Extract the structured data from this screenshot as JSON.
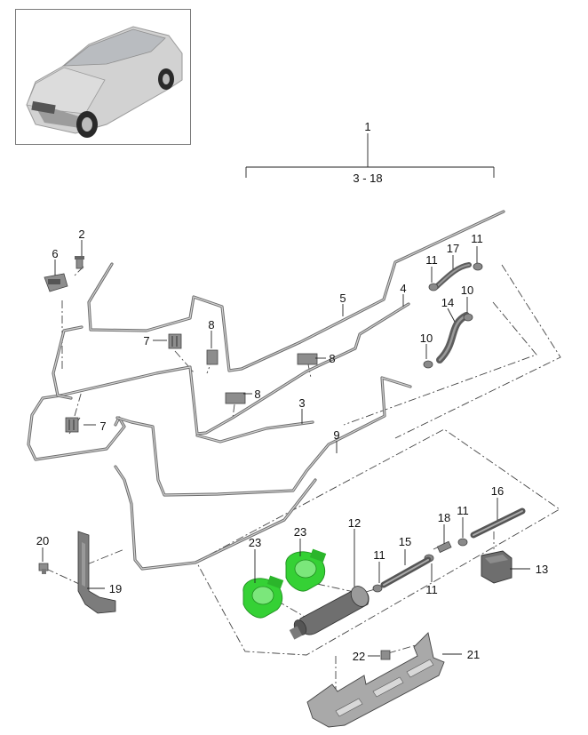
{
  "diagram": {
    "callouts": {
      "c1": "1",
      "range": "3 - 18",
      "c2": "2",
      "c3": "3",
      "c4": "4",
      "c5": "5",
      "c6": "6",
      "c7a": "7",
      "c7b": "7",
      "c8a": "8",
      "c8b": "8",
      "c8c": "8",
      "c9": "9",
      "c10a": "10",
      "c10b": "10",
      "c11a": "11",
      "c11b": "11",
      "c11c": "11",
      "c11d": "11",
      "c11e": "11",
      "c12": "12",
      "c13": "13",
      "c14": "14",
      "c15": "15",
      "c16": "16",
      "c17": "17",
      "c18": "18",
      "c19": "19",
      "c20": "20",
      "c21": "21",
      "c22": "22",
      "c23a": "23",
      "c23b": "23"
    },
    "colors": {
      "pipe": "#6d6d6d",
      "highlight": "#35d135",
      "car_body": "#cfcfcf",
      "frame": "#7a7a7a"
    }
  }
}
